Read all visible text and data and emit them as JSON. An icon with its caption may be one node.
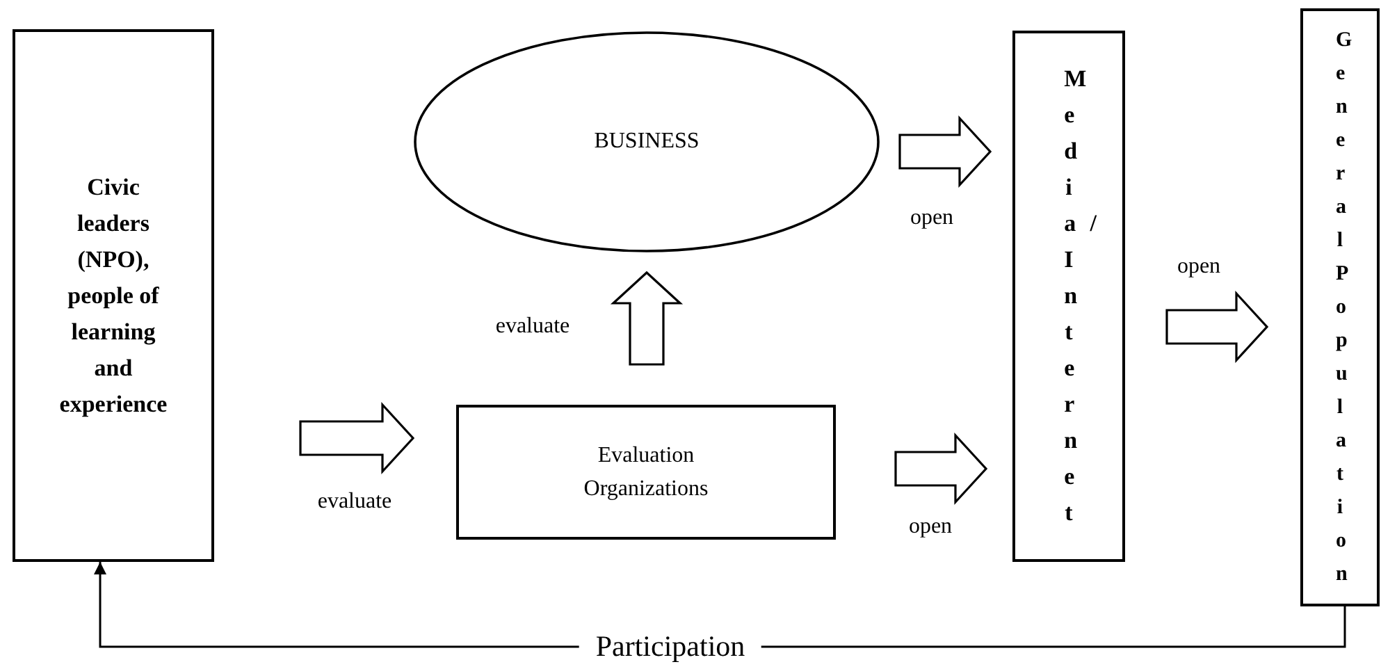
{
  "diagram": {
    "nodes": [
      {
        "text": [
          "Civic leaders (NPO), people of learning and experience"
        ]
      },
      {
        "text": [
          "BUSINESS"
        ]
      },
      {
        "text": [
          "Evaluation Organizations"
        ]
      },
      {
        "text": [
          "Media/Internet"
        ]
      },
      {
        "text": [
          "General Population"
        ]
      }
    ],
    "edges": [
      {
        "from": 0,
        "to": 2,
        "arrow": "to",
        "label": "evaluate"
      },
      {
        "from": 2,
        "to": 1,
        "arrow": "to",
        "label": "evaluate"
      },
      {
        "from": 1,
        "to": 3,
        "arrow": "to",
        "label": "open"
      },
      {
        "from": 2,
        "to": 3,
        "arrow": "to",
        "label": "open"
      },
      {
        "from": 3,
        "to": 4,
        "arrow": "to",
        "label": "open"
      },
      {
        "from": 4,
        "to": 0,
        "arrow": "to",
        "label": "Participation"
      }
    ]
  }
}
